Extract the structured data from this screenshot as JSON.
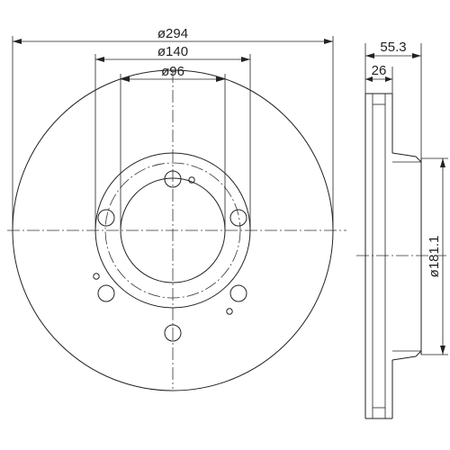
{
  "dimensions": {
    "outer_diameter": "ø294",
    "hat_diameter": "ø140",
    "bore_diameter": "ø96",
    "total_height": "55.3",
    "disc_thickness": "26",
    "hat_inner_diameter": "ø181.1"
  },
  "colors": {
    "line": "#222222",
    "background": "#ffffff"
  }
}
